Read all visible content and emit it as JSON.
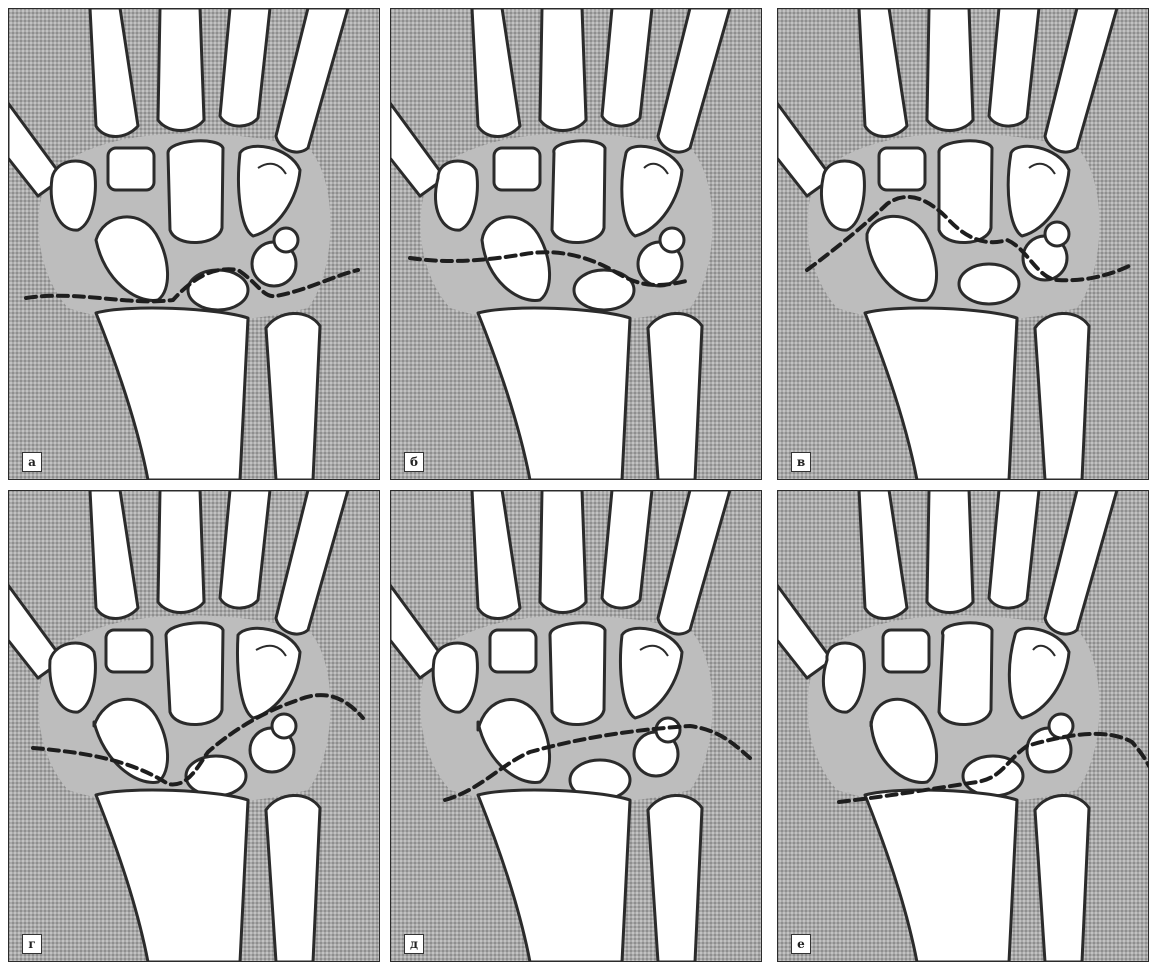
{
  "figure": {
    "panels": [
      {
        "label": "a",
        "variant": "a"
      },
      {
        "label": "б",
        "variant": "b"
      },
      {
        "label": "в",
        "variant": "c"
      },
      {
        "label": "г",
        "variant": "d"
      },
      {
        "label": "д",
        "variant": "e"
      },
      {
        "label": "е",
        "variant": "f"
      }
    ]
  },
  "colors": {
    "background_shade": "#a9a9a9",
    "bone_fill": "#ffffff",
    "outline": "#2b2b2b",
    "dashed_line": "#1e1e1e"
  }
}
